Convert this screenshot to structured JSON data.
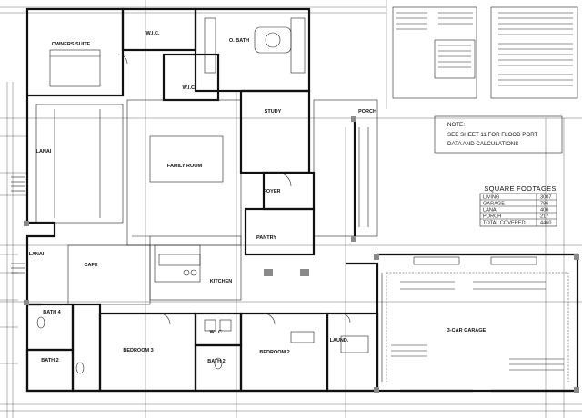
{
  "rooms": {
    "owners_suite": "OWNERS SUITE",
    "wic_top": "W.I.C.",
    "owners_bath": "O. BATH",
    "wic_mid": "W.I.C.",
    "study": "STUDY",
    "porch": "PORCH",
    "family_room": "FAMILY ROOM",
    "lanai_left": "LANAI",
    "lanai_lower": "LANAI",
    "foyer": "FOYER",
    "pantry": "PANTRY",
    "cafe": "CAFE",
    "kitchen": "KITCHEN",
    "bath4": "BATH 4",
    "bath2_left": "BATH 2",
    "bedroom3": "BEDROOM 3",
    "wic_lower": "W.I.C.",
    "bath2_mid": "BATH 2",
    "bedroom2": "BEDROOM 2",
    "laundry": "LAUND.",
    "garage": "3-CAR GARAGE"
  },
  "note": {
    "line1": "NOTE:",
    "line2": "SEE SHEET 11 FOR FLOOD PORT",
    "line3": "DATA AND CALCULATIONS"
  },
  "square_footages": {
    "title": "SQUARE FOOTAGES",
    "rows": [
      {
        "label": "LIVING",
        "value": "3007"
      },
      {
        "label": "GARAGE",
        "value": "786"
      },
      {
        "label": "LANAI",
        "value": "400"
      },
      {
        "label": "PORCH",
        "value": "217"
      },
      {
        "label": "TOTAL COVERED",
        "value": "4460"
      }
    ]
  },
  "colors": {
    "line": "#111111",
    "background": "#ffffff",
    "hatch": "#8a8a8a"
  }
}
